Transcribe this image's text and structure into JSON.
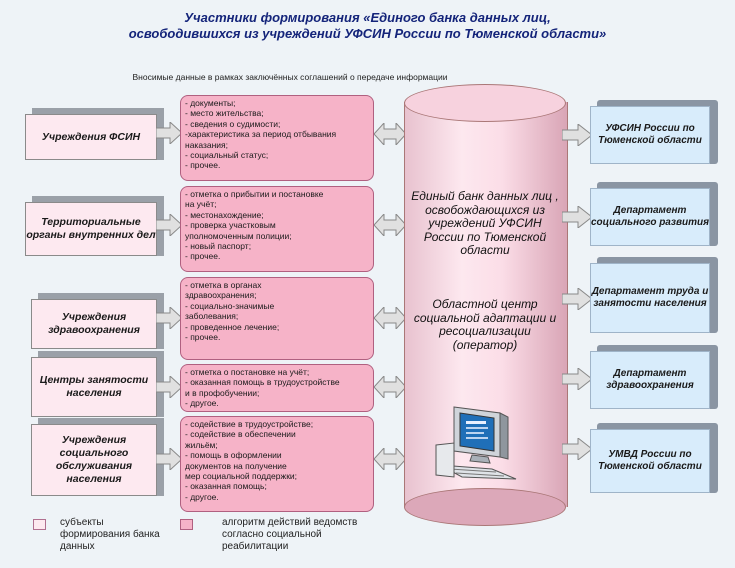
{
  "title_line1": "Участники формирования «Единого банка данных лиц,",
  "title_line2": "освободившихся из учреждений УФСИН России по Тюменской области»",
  "subtitle": "Вносимые данные в рамках заключённых соглашений о передаче информации",
  "sources": [
    {
      "label": "Учреждения ФСИН"
    },
    {
      "label": "Территориальные органы внутренних дел"
    },
    {
      "label": "Учреждения здравоохранения"
    },
    {
      "label": "Центры занятости населения"
    },
    {
      "label": "Учреждения социального обслуживания населения"
    }
  ],
  "info_boxes": [
    {
      "lines": [
        "- документы;",
        "- место жительства;",
        "- сведения о судимости;",
        "-характеристика за период отбывания",
        "наказания;",
        "- социальный статус;",
        "- прочее."
      ]
    },
    {
      "lines": [
        "- отметка о прибытии и постановке",
        "на учёт;",
        "- местонахождение;",
        "- проверка участковым",
        "уполномоченным полиции;",
        "- новый паспорт;",
        "- прочее."
      ]
    },
    {
      "lines": [
        "- отметка в органах",
        "   здравоохранения;",
        "- социально-значимые",
        "   заболевания;",
        "- проведенное лечение;",
        "- прочее."
      ]
    },
    {
      "lines": [
        "- отметка о постановке  на учёт;",
        "- оказанная помощь в трудоустройстве",
        "и в профобучении;",
        "- другое."
      ]
    },
    {
      "lines": [
        "- содействие в трудоустройстве;",
        "  - содействие в обеспечении",
        "    жильём;",
        "  - помощь в оформлении",
        "  документов на получение",
        "  мер социальной поддержки;",
        "- оказанная помощь;",
        "- другое."
      ]
    }
  ],
  "cylinder": {
    "text1": "Единый банк данных лиц , освобождающихся из учреждений УФСИН России по Тюменской области",
    "text2": "Областной центр социальной адаптации и ресоциализации (оператор)"
  },
  "destinations": [
    {
      "label": "УФСИН России по Тюменской области"
    },
    {
      "label": "Департамент социального развития"
    },
    {
      "label": "Департамент труда и занятости населения"
    },
    {
      "label": "Департамент здравоохранения"
    },
    {
      "label": "УМВД России по Тюменской области"
    }
  ],
  "legend": {
    "item1": "субъекты формирования банка данных",
    "item2": "алгоритм действий ведомств согласно социальной реабилитации"
  },
  "colors": {
    "title": "#14247a",
    "source_fill": "#fde9f0",
    "info_fill": "#f6b3c8",
    "dest_fill": "#d8ecfb",
    "cylinder_fill": "#f7d2de"
  }
}
